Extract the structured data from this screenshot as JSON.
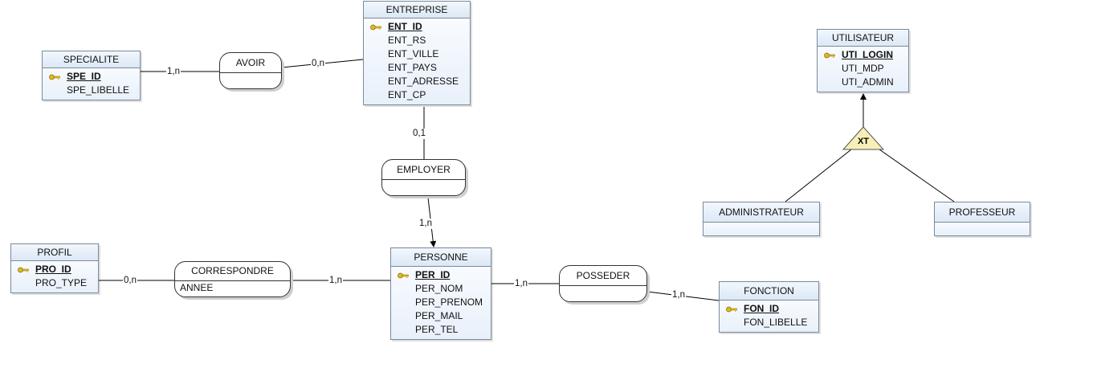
{
  "entities": {
    "entreprise": {
      "name": "ENTREPRISE",
      "pk": "ENT_ID",
      "attributes": [
        "ENT_RS",
        "ENT_VILLE",
        "ENT_PAYS",
        "ENT_ADRESSE",
        "ENT_CP"
      ]
    },
    "specialite": {
      "name": "SPECIALITE",
      "pk": "SPE_ID",
      "attributes": [
        "SPE_LIBELLE"
      ]
    },
    "utilisateur": {
      "name": "UTILISATEUR",
      "pk": "UTI_LOGIN",
      "attributes": [
        "UTI_MDP",
        "UTI_ADMIN"
      ]
    },
    "administrateur": {
      "name": "ADMINISTRATEUR"
    },
    "professeur": {
      "name": "PROFESSEUR"
    },
    "profil": {
      "name": "PROFIL",
      "pk": "PRO_ID",
      "attributes": [
        "PRO_TYPE"
      ]
    },
    "personne": {
      "name": "PERSONNE",
      "pk": "PER_ID",
      "attributes": [
        "PER_NOM",
        "PER_PRENOM",
        "PER_MAIL",
        "PER_TEL"
      ]
    },
    "fonction": {
      "name": "FONCTION",
      "pk": "FON_ID",
      "attributes": [
        "FON_LIBELLE"
      ]
    }
  },
  "relationships": {
    "avoir": {
      "name": "AVOIR"
    },
    "employer": {
      "name": "EMPLOYER"
    },
    "correspondre": {
      "name": "CORRESPONDRE",
      "attributes": [
        "ANNEE"
      ]
    },
    "posseder": {
      "name": "POSSEDER"
    }
  },
  "inheritance": {
    "label": "XT"
  },
  "cardinalities": {
    "specialite_avoir": "1,n",
    "entreprise_avoir": "0,n",
    "entreprise_employer": "0,1",
    "personne_employer": "1,n",
    "profil_correspondre": "0,n",
    "personne_correspondre": "1,n",
    "personne_posseder": "1,n",
    "fonction_posseder": "1,n"
  },
  "colors": {
    "entity_border": "#7a8a9a",
    "entity_fill": "#e8f0fa",
    "key": "#e3b81f",
    "inheritance_fill": "#f6f0b8"
  }
}
